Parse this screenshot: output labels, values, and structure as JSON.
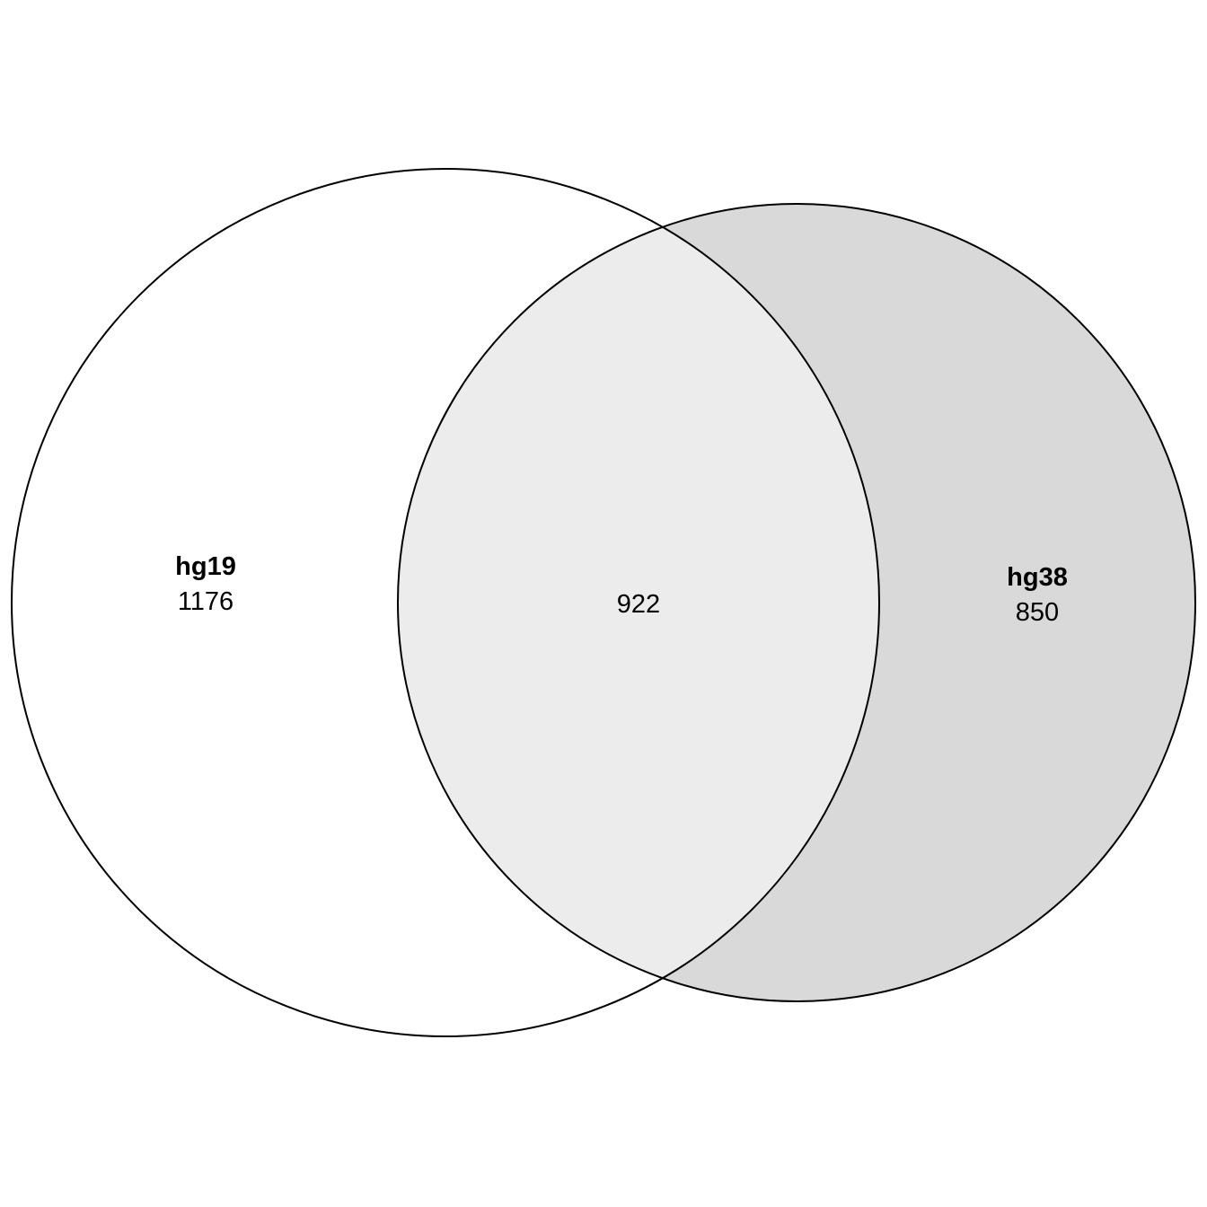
{
  "diagram": {
    "type": "venn",
    "sets": [
      {
        "name": "hg19",
        "count": "1176",
        "color": "#ffffff"
      },
      {
        "name": "hg38",
        "count": "850",
        "color": "#d9d9d9"
      }
    ],
    "intersection": {
      "count": "922",
      "color": "#ececec"
    },
    "stroke_color": "#000000",
    "background": "#ffffff"
  }
}
